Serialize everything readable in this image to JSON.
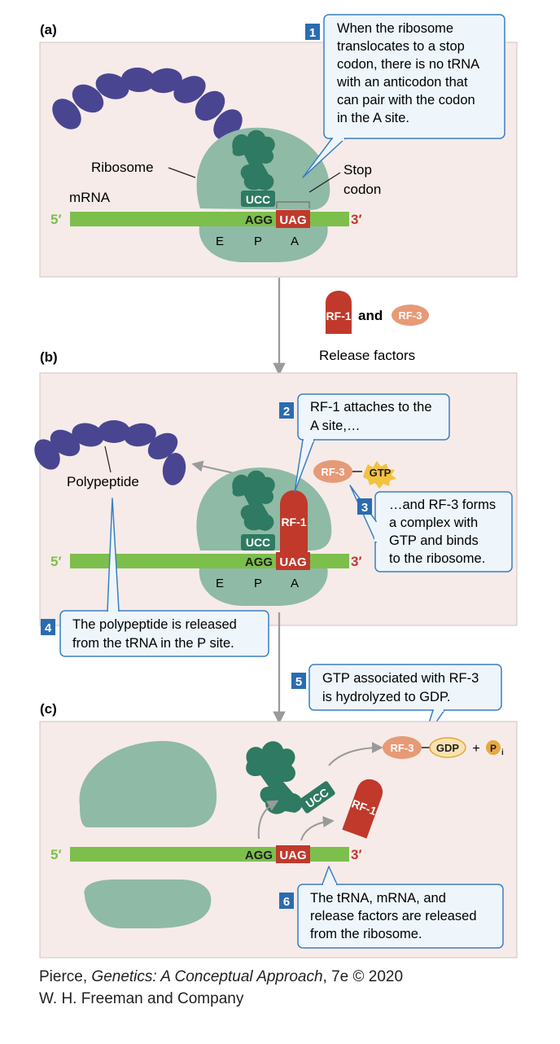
{
  "panels": {
    "a": "(a)",
    "b": "(b)",
    "c": "(c)"
  },
  "callouts": {
    "step1": {
      "num": "1",
      "lines": [
        "When the ribosome",
        "translocates to a stop",
        "codon, there is no tRNA",
        "with an anticodon that",
        "can pair with the codon",
        "in the A site."
      ]
    },
    "step2": {
      "num": "2",
      "lines": [
        "RF-1 attaches to the",
        "A site,…"
      ]
    },
    "step3": {
      "num": "3",
      "lines": [
        "…and RF-3 forms",
        "a complex with",
        "GTP and binds",
        "to the ribosome."
      ]
    },
    "step4": {
      "num": "4",
      "lines": [
        "The polypeptide is released",
        "from the tRNA in the P site."
      ]
    },
    "step5": {
      "num": "5",
      "lines": [
        "GTP associated with RF-3",
        "is hydrolyzed to GDP."
      ]
    },
    "step6": {
      "num": "6",
      "lines": [
        "The tRNA, mRNA, and",
        "release factors are released",
        "from the ribosome."
      ]
    }
  },
  "labels": {
    "ribosome": "Ribosome",
    "mrna": "mRNA",
    "stop_codon_line1": "Stop",
    "stop_codon_line2": "codon",
    "polypeptide": "Polypeptide",
    "release_factors": "Release factors",
    "and": "and",
    "five_prime": "5′",
    "three_prime": "3′",
    "site_e": "E",
    "site_p": "P",
    "site_a": "A",
    "anticodon": "UCC",
    "codon_p": "AGG",
    "codon_stop": "UAG",
    "rf1": "RF-1",
    "rf3": "RF-3",
    "gtp": "GTP",
    "gdp": "GDP",
    "plus": "+",
    "pi_p": "P",
    "pi_i": "i"
  },
  "credit": {
    "author": "Pierce, ",
    "title": "Genetics: A Conceptual Approach",
    "edition": ", 7e © 2020",
    "publisher": "W. H. Freeman and Company"
  },
  "colors": {
    "panel_bg": "#f6ebe8",
    "ribosome": "#8fbaa6",
    "trna": "#2e7a62",
    "mrna": "#7cbf4c",
    "stop": "#c0392b",
    "polypeptide": "#4a4591",
    "rf3": "#e79a76",
    "gtp": "#f2c341",
    "callout_border": "#3a7fc1",
    "callout_fill": "#eef6fb",
    "step_badge": "#2b6cb0"
  }
}
